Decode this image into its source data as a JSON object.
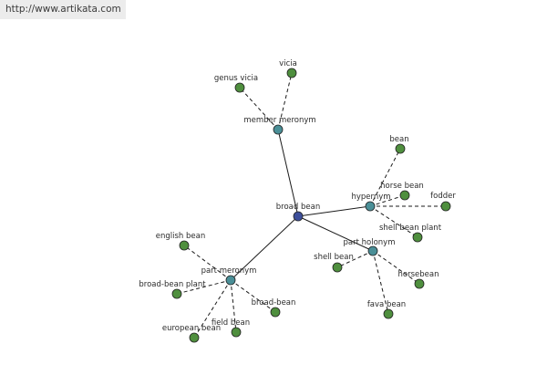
{
  "source_link": "http://www.artikata.com",
  "colors": {
    "center": "#3d4f9b",
    "relation": "#4a8f97",
    "leaf": "#4f8f3e"
  },
  "nodes": {
    "broad_bean": "broad bean",
    "member_meronym": "member meronym",
    "vicia": "vicia",
    "genus_vicia": "genus vicia",
    "hypernym": "hypernym",
    "bean": "bean",
    "horse_bean": "horse bean",
    "fodder": "fodder",
    "shell_bean_plant": "shell bean plant",
    "part_holonym": "part holonym",
    "shell_bean": "shell bean",
    "horsebean": "horsebean",
    "fava_bean": "fava bean",
    "part_meronym": "part meronym",
    "english_bean": "english bean",
    "broad_bean_plant": "broad-bean plant",
    "broad_bean_2": "broad-bean",
    "field_bean": "field bean",
    "european_bean": "european bean"
  }
}
